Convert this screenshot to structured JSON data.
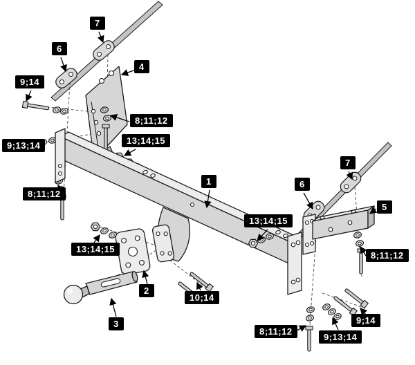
{
  "page": {
    "background": "#ffffff"
  },
  "colors": {
    "page_bg": "#ffffff",
    "label_bg": "#000000",
    "label_text": "#ffffff",
    "metal_light": "#ececec",
    "metal_mid": "#d6d6d6",
    "metal_dark": "#bdbdbd",
    "outline": "#1a1a1a",
    "dash": "#555555"
  },
  "diagram": {
    "type": "exploded-assembly",
    "subject": "Towbar exploded parts diagram with numbered callouts",
    "labels": [
      {
        "id": "callout-7-left",
        "text": "7"
      },
      {
        "id": "callout-6-left",
        "text": "6"
      },
      {
        "id": "callout-4",
        "text": "4"
      },
      {
        "id": "callout-9-14-left",
        "text": "9;14"
      },
      {
        "id": "callout-9-13-14-left",
        "text": "9;13;14"
      },
      {
        "id": "callout-8-11-12-left-upper",
        "text": "8;11;12"
      },
      {
        "id": "callout-13-14-15-upper",
        "text": "13;14;15"
      },
      {
        "id": "callout-1",
        "text": "1"
      },
      {
        "id": "callout-8-11-12-left-lower",
        "text": "8;11;12"
      },
      {
        "id": "callout-13-14-15-left-lower",
        "text": "13;14;15"
      },
      {
        "id": "callout-2",
        "text": "2"
      },
      {
        "id": "callout-10-14",
        "text": "10;14"
      },
      {
        "id": "callout-3",
        "text": "3"
      },
      {
        "id": "callout-7-right",
        "text": "7"
      },
      {
        "id": "callout-6-right",
        "text": "6"
      },
      {
        "id": "callout-5",
        "text": "5"
      },
      {
        "id": "callout-13-14-15-right",
        "text": "13;14;15"
      },
      {
        "id": "callout-8-11-12-right-upper",
        "text": "8;11;12"
      },
      {
        "id": "callout-9-14-right",
        "text": "9;14"
      },
      {
        "id": "callout-9-13-14-right",
        "text": "9;13;14"
      },
      {
        "id": "callout-8-11-12-right-lower",
        "text": "8;11;12"
      }
    ]
  }
}
